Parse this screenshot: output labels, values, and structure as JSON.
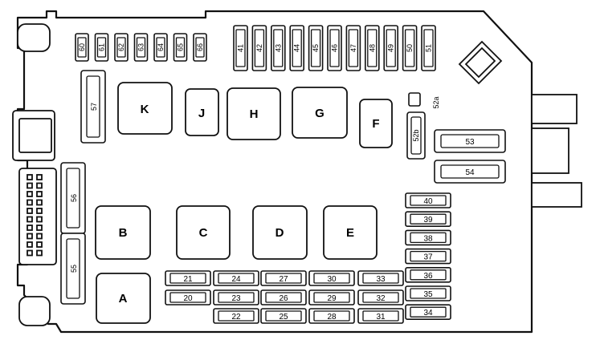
{
  "relays": [
    {
      "id": "K",
      "label": "K"
    },
    {
      "id": "J",
      "label": "J"
    },
    {
      "id": "H",
      "label": "H"
    },
    {
      "id": "G",
      "label": "G"
    },
    {
      "id": "F",
      "label": "F"
    },
    {
      "id": "B",
      "label": "B"
    },
    {
      "id": "C",
      "label": "C"
    },
    {
      "id": "D",
      "label": "D"
    },
    {
      "id": "E",
      "label": "E"
    },
    {
      "id": "A",
      "label": "A"
    }
  ],
  "top_left_fuses": [
    "60",
    "61",
    "62",
    "63",
    "64",
    "65",
    "66"
  ],
  "top_right_fuses": [
    "41",
    "42",
    "43",
    "44",
    "45",
    "46",
    "47",
    "48",
    "49",
    "50",
    "51"
  ],
  "tall_fuses": [
    {
      "id": "57",
      "label": "57"
    },
    {
      "id": "56",
      "label": "56"
    },
    {
      "id": "55",
      "label": "55"
    }
  ],
  "small_vertical_fuses": [
    {
      "id": "52b",
      "label": "52b"
    },
    {
      "id": "52a",
      "label": "52a"
    }
  ],
  "maxi_fuses": [
    {
      "id": "53",
      "label": "53"
    },
    {
      "id": "54",
      "label": "54"
    }
  ],
  "right_column_fuses": [
    "40",
    "39",
    "38",
    "37",
    "36",
    "35",
    "34"
  ],
  "bottom_fuse_rows": [
    [
      "21",
      "24",
      "27",
      "30",
      "33"
    ],
    [
      "20",
      "23",
      "26",
      "29",
      "32"
    ],
    [
      "22",
      "25",
      "28",
      "31"
    ]
  ]
}
